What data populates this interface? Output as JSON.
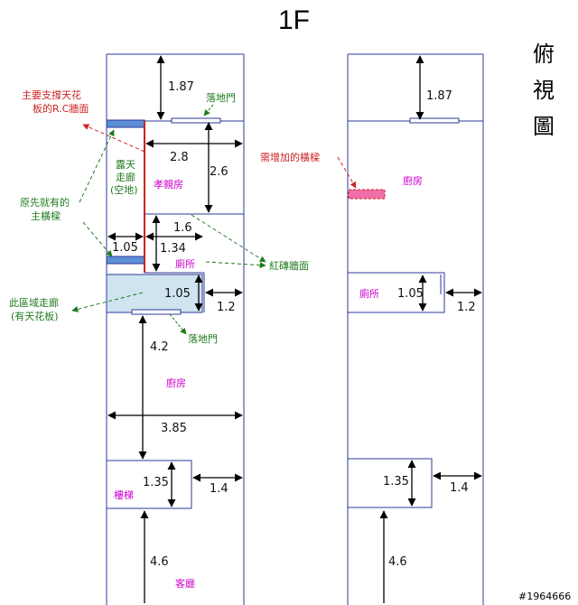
{
  "title": "1F",
  "side_title": [
    "俯",
    "視",
    "圖"
  ],
  "watermark": "#1964666",
  "colors": {
    "wall": "#2e3a9a",
    "arrow": "#000000",
    "room": "#cc00cc",
    "note_green": "#1f7a1f",
    "note_red": "#cc2222",
    "beam": "#5b8fd6",
    "corridor": "#cfe4ef",
    "new_beam": "#f06fa8"
  },
  "left": {
    "dims": {
      "top": "1.87",
      "room_w": "2.8",
      "room_h": "2.6",
      "wc_w": "1.6",
      "corr_w": "1.05",
      "beam_h": "1.34",
      "wc_h": "1.05",
      "wc_gap": "1.2",
      "kitchen_h": "4.2",
      "house_w": "3.85",
      "stair_h": "1.35",
      "stair_gap": "1.4",
      "living_h": "4.6"
    },
    "rooms": {
      "parents": "孝親房",
      "wc": "廁所",
      "kitchen": "廚房",
      "stairs": "樓梯",
      "living": "客廳"
    },
    "notes": {
      "door_top": "落地門",
      "door_mid": "落地門",
      "open_corridor": [
        "露天",
        "走廊",
        "(空地)"
      ],
      "rc_wall": [
        "主要支撐天花",
        "板的R.C牆面"
      ],
      "main_beam": [
        "原先就有的",
        "主橫樑"
      ],
      "brick_wall": "紅磚牆面",
      "corridor_area": [
        "此區域走廊",
        "(有天花板)"
      ]
    }
  },
  "right": {
    "dims": {
      "top": "1.87",
      "wc_h": "1.05",
      "wc_gap": "1.2",
      "stair_h": "1.35",
      "stair_gap": "1.4",
      "living_h": "4.6"
    },
    "rooms": {
      "kitchen": "廚房",
      "wc": "廁所"
    },
    "notes": {
      "new_beam": "需增加的橫樑"
    }
  }
}
